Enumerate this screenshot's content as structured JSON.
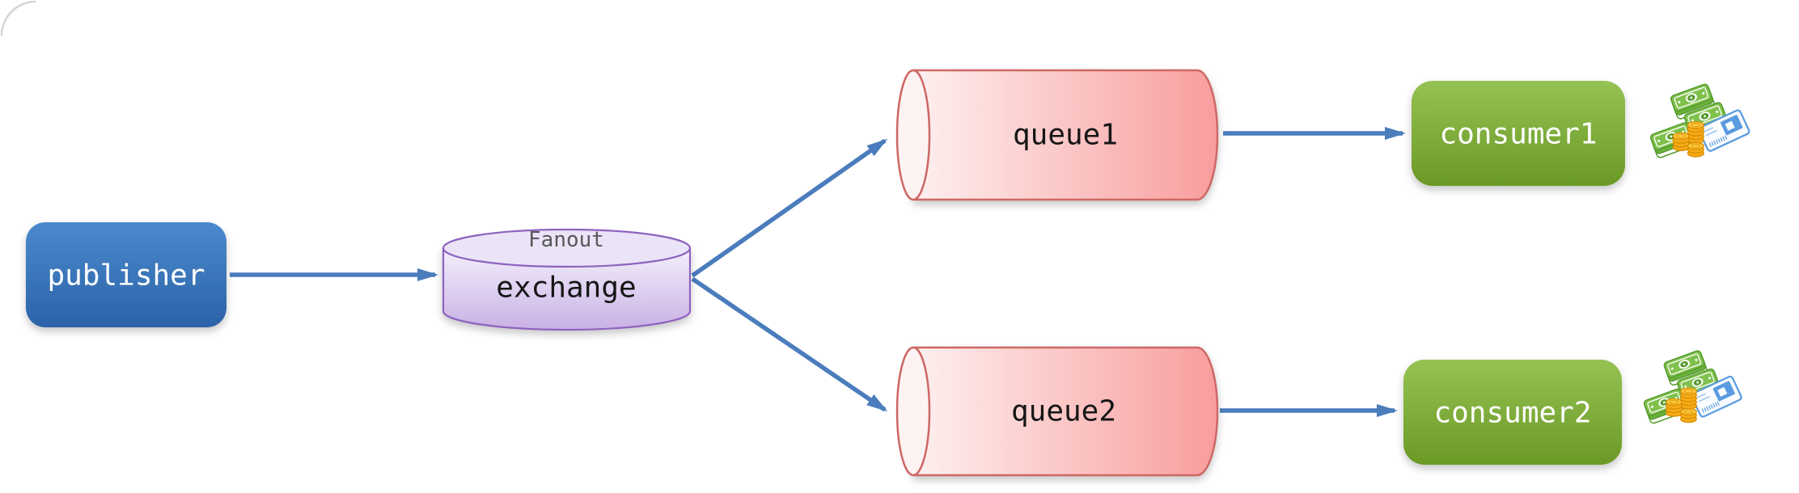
{
  "diagram": {
    "publisher": {
      "label": "publisher"
    },
    "exchange": {
      "type_label": "Fanout",
      "label": "exchange"
    },
    "queues": [
      {
        "label": "queue1"
      },
      {
        "label": "queue2"
      }
    ],
    "consumers": [
      {
        "label": "consumer1"
      },
      {
        "label": "consumer2"
      }
    ],
    "edges": [
      {
        "from": "publisher",
        "to": "exchange"
      },
      {
        "from": "exchange",
        "to": "queue1"
      },
      {
        "from": "exchange",
        "to": "queue2"
      },
      {
        "from": "queue1",
        "to": "consumer1"
      },
      {
        "from": "queue2",
        "to": "consumer2"
      }
    ],
    "icons": {
      "money_icon": {
        "name": "money-icon",
        "depicts": "banknotes, coin stacks, receipt"
      }
    },
    "colors": {
      "arrow": "#4b7cbc",
      "publisher_fill_top": "#4a89cc",
      "publisher_fill_bottom": "#2c63a8",
      "exchange_fill": "#d9c4ec",
      "exchange_stroke": "#8d63bf",
      "queue_fill": "#f99d9d",
      "queue_stroke": "#cd6765",
      "consumer_fill_top": "#95c253",
      "consumer_fill_bottom": "#6b9926",
      "banknote_green": "#7fc14c",
      "coin_gold": "#f6ab17",
      "receipt_blue": "#5b9be0",
      "fanout_label": "#58585a"
    }
  }
}
